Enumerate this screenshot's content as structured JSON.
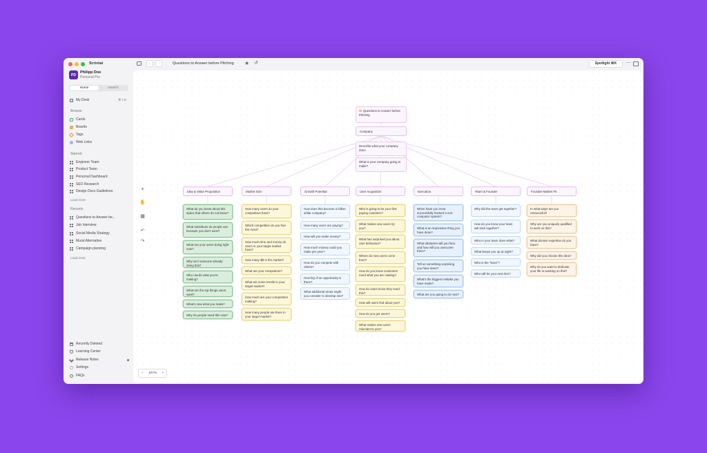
{
  "app": {
    "name": "Scrintal"
  },
  "colors": {
    "background": "#8b45ec",
    "avatar": "#5b2fa6",
    "green": "#8cc794",
    "yellow": "#ead98a",
    "blue": "#a6c8f0",
    "orange": "#f0cfa4",
    "purple": "#e3bdf0"
  },
  "sidebar": {
    "user": {
      "initials": "PD",
      "name": "Philipp Doe",
      "plan": "Personal Pro"
    },
    "tabs": [
      {
        "label": "Home"
      },
      {
        "label": "Search"
      }
    ],
    "mydesk": {
      "label": "My Desk",
      "shortcut": "⌘⇧D"
    },
    "browse": {
      "title": "Browse",
      "items": [
        {
          "label": "Cards"
        },
        {
          "label": "Boards"
        },
        {
          "label": "Tags"
        },
        {
          "label": "Web Links"
        }
      ]
    },
    "starred": {
      "title": "Starred",
      "items": [
        {
          "label": "Engineer Team"
        },
        {
          "label": "Product Team"
        },
        {
          "label": "Personal Dashboard"
        },
        {
          "label": "SEO Research"
        },
        {
          "label": "Design Docs Guidelines"
        }
      ],
      "more": "Load more"
    },
    "recents": {
      "title": "Recents",
      "items": [
        {
          "label": "Questions to Answer be..."
        },
        {
          "label": "Job Interview"
        },
        {
          "label": "Social Media Strategy"
        },
        {
          "label": "Mural Alternative"
        },
        {
          "label": "Campaign planning"
        }
      ],
      "more": "Load more"
    },
    "bottom": [
      {
        "label": "Recently Deleted"
      },
      {
        "label": "Learning Center"
      },
      {
        "label": "Release Notes"
      },
      {
        "label": "Settings"
      },
      {
        "label": "FAQs"
      }
    ]
  },
  "topbar": {
    "title": "Questions to Answer before Pitching",
    "spotlight": "Spotlight ⌘K"
  },
  "zoom": {
    "minus": "−",
    "value": "107%",
    "plus": "+"
  },
  "board": {
    "root": {
      "title": "Questions to Answer before Pitching"
    },
    "company": {
      "title": "Company",
      "cards": [
        "Describe what your company does",
        "What is your company going to make?"
      ]
    },
    "categories": [
      {
        "title": "Idea & Value Proposition",
        "color": "g",
        "cards": [
          "What do you know about this space that others do not know?",
          "What substitues do people use because you don't exist?",
          "What are your users doing right now?",
          "Why isn't someone already doing this?",
          "Who needs what you're making?",
          "What are the top things users want?",
          "What's new what you make?",
          "Why do people need this now?"
        ]
      },
      {
        "title": "Market Size",
        "color": "y",
        "cards": [
          "How many users do your competitors have?",
          "Which competition do you fear the most?",
          "How much time and money do users in your target market have?",
          "How many $B is the market?",
          "What are your competitors?",
          "What are some trends in your target market?",
          "How much are your competitors making?",
          "How many people are there in your target market?"
        ]
      },
      {
        "title": "Growth Potential",
        "color": "bl",
        "cards": [
          "How does this become a billion dollar company?",
          "How many users are paying?",
          "How will you make money?",
          "How much money could you make per year?",
          "How do you compete with others?",
          "How big of an opportunity is there?",
          "What additional areas might you consider to develop into?"
        ]
      },
      {
        "title": "User Acquisition",
        "color": "y",
        "cards": [
          "Who is going to be your first paying customer?",
          "What makes new users try you?",
          "What has surprised you about user behaviour?",
          "Where do new users come from?",
          "How do you know customers need what you are making?",
          "How do users know they need this?",
          "How will users find about you?",
          "How do you get users?",
          "What makes new users reluctant to you?"
        ]
      },
      {
        "title": "Execution",
        "color": "b",
        "cards": [
          "When have you most successfully hacked a non-computer system?",
          "What is an impressive thing you have done?",
          "What obstacles will you face and how will you overcome them?",
          "Tell us something surprising you have done?",
          "What's the biggest mistake you have made?",
          "What are you going to do next?"
        ]
      },
      {
        "title": "Team & Founder",
        "color": "bl",
        "cards": [
          "Why did the team get together?",
          "How do you know your team will stick together?",
          "Who in your team does what?",
          "What keeps you up at night?",
          "Who is the \"boss\"?",
          "Who will be your next hire?"
        ]
      },
      {
        "title": "Founder-Market Fit",
        "color": "o",
        "cards": [
          "In what ways are you resourceful?",
          "Why are you uniquely qualified to work on this?",
          "What domain expertise do you have?",
          "Why did you choose this idea?",
          "Why do you want to dedicate your life to working on this?"
        ]
      }
    ]
  }
}
